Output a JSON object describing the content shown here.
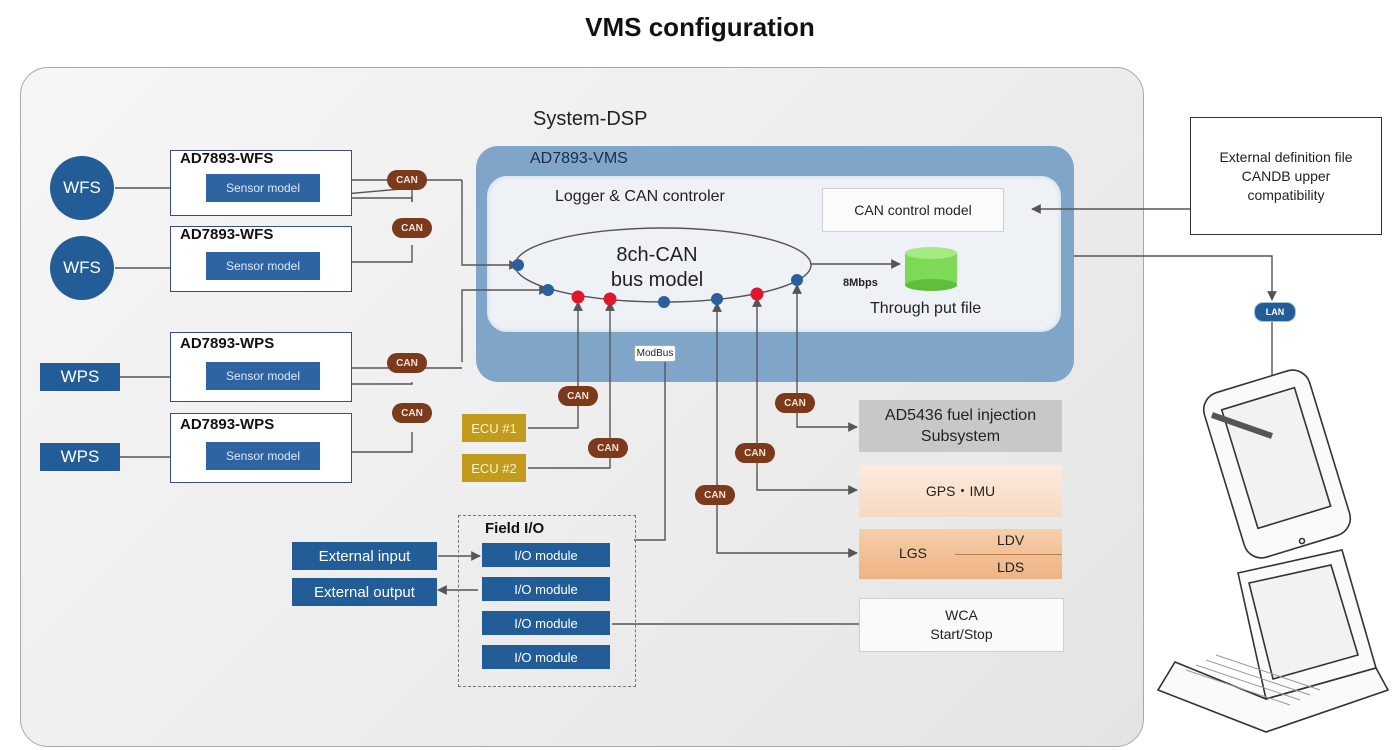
{
  "title": "VMS configuration",
  "system": {
    "label": "System-DSP",
    "vms_label": "AD7893-VMS",
    "logger_label": "Logger & CAN controler",
    "can_control_model": "CAN control model",
    "bus_model_line1": "8ch-CAN",
    "bus_model_line2": "bus model",
    "speed": "8Mbps",
    "throughput_file": "Through put file",
    "modbus": "ModBus"
  },
  "sensors": {
    "wfs_title": "AD7893-WFS",
    "wps_title": "AD7893-WPS",
    "sensor_model": "Sensor model",
    "wfs": "WFS",
    "wps": "WPS"
  },
  "can_label": "CAN",
  "ecu": [
    "ECU #1",
    "ECU #2"
  ],
  "field_io": {
    "title": "Field I/O",
    "module": "I/O module",
    "external_input": "External input",
    "external_output": "External output"
  },
  "subsystems": {
    "fuel_line1": "AD5436 fuel injection",
    "fuel_line2": "Subsystem",
    "gps": "GPS・IMU",
    "lgs": "LGS",
    "ldv": "LDV",
    "lds": "LDS",
    "wca_line1": "WCA",
    "wca_line2": "Start/Stop"
  },
  "external_definition": {
    "line1": "External definition file",
    "line2": "CANDB upper",
    "line3": "compatibility"
  },
  "lan": "LAN",
  "colors": {
    "dark_blue": "#225d98",
    "can_brown": "#7a3a1b",
    "ecu_gold": "#c29a1c",
    "vms_blue": "#7fa6c9",
    "bus_red": "#e0162b",
    "bus_blue": "#2a5f9e"
  }
}
